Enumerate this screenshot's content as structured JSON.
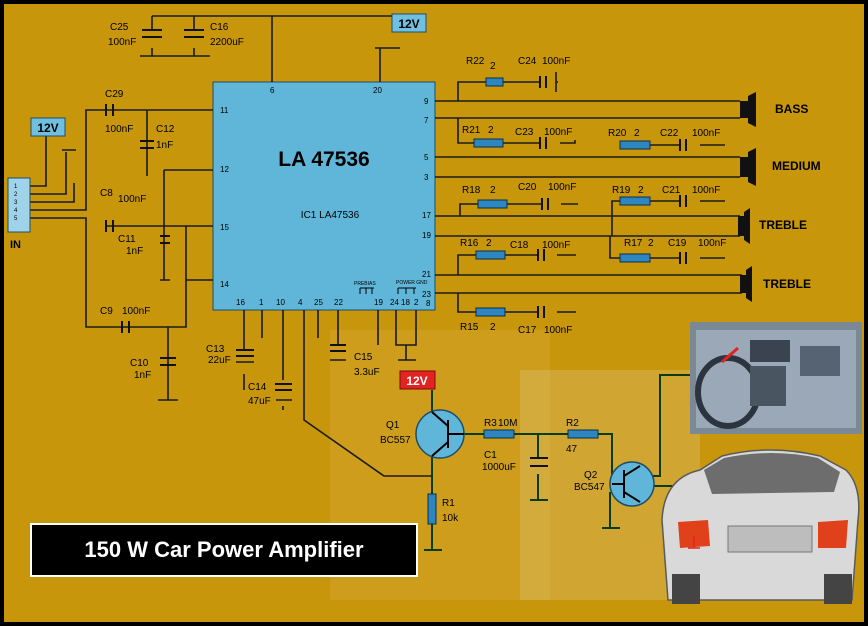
{
  "title": "150 W  Car Power Amplifier",
  "ic": {
    "name": "LA 47536",
    "label": "IC1   LA47536",
    "pins_left": [
      "11",
      "12",
      "15",
      "14"
    ],
    "pins_top": [
      "6",
      "20"
    ],
    "pins_right": [
      "9",
      "7",
      "5",
      "3",
      "17",
      "19",
      "21",
      "23",
      "8"
    ],
    "pins_bottom": [
      "16",
      "1",
      "10",
      "4",
      "25",
      "22",
      "19",
      "24",
      "18",
      "2"
    ],
    "prebias_label": "PREBIAS",
    "power_label": "POWER GND"
  },
  "supply": {
    "top": "12V",
    "left": "12V",
    "mid": "12V"
  },
  "input": {
    "label": "IN",
    "pins": [
      "1",
      "2",
      "3",
      "4",
      "5"
    ]
  },
  "speakers": {
    "bass": "BASS",
    "medium": "MEDIUM",
    "treble1": "TREBLE",
    "treble2": "TREBLE"
  },
  "components": {
    "C25": {
      "name": "C25",
      "value": "100nF"
    },
    "C16": {
      "name": "C16",
      "value": "2200uF"
    },
    "C29": {
      "name": "C29",
      "value": "100nF"
    },
    "C12": {
      "name": "C12",
      "value": "1nF"
    },
    "C8": {
      "name": "C8",
      "value": "100nF"
    },
    "C11": {
      "name": "C11",
      "value": "1nF"
    },
    "C9": {
      "name": "C9",
      "value": "100nF"
    },
    "C10": {
      "name": "C10",
      "value": "1nF"
    },
    "C13": {
      "name": "C13",
      "value": "22uF"
    },
    "C14": {
      "name": "C14",
      "value": "47uF"
    },
    "C15": {
      "name": "C15",
      "value": "3.3uF"
    },
    "R22": {
      "name": "R22",
      "value": "2"
    },
    "C24": {
      "name": "C24",
      "value": "100nF"
    },
    "R21": {
      "name": "R21",
      "value": "2"
    },
    "C23": {
      "name": "C23",
      "value": "100nF"
    },
    "R20": {
      "name": "R20",
      "value": "2"
    },
    "C22": {
      "name": "C22",
      "value": "100nF"
    },
    "R18": {
      "name": "R18",
      "value": "2"
    },
    "C20": {
      "name": "C20",
      "value": "100nF"
    },
    "R19": {
      "name": "R19",
      "value": "2"
    },
    "C21": {
      "name": "C21",
      "value": "100nF"
    },
    "R16": {
      "name": "R16",
      "value": "2"
    },
    "C18": {
      "name": "C18",
      "value": "100nF"
    },
    "R17": {
      "name": "R17",
      "value": "2"
    },
    "C19": {
      "name": "C19",
      "value": "100nF"
    },
    "R15": {
      "name": "R15",
      "value": "2"
    },
    "C17": {
      "name": "C17",
      "value": "100nF"
    },
    "Q1": {
      "name": "Q1",
      "value": "BC557"
    },
    "Q2": {
      "name": "Q2",
      "value": "BC547"
    },
    "R3": {
      "name": "R3",
      "value": "10M"
    },
    "C1": {
      "name": "C1",
      "value": "1000uF"
    },
    "R2": {
      "name": "R2",
      "value": "47"
    },
    "R1": {
      "name": "R1",
      "value": "10k"
    }
  },
  "colors": {
    "background": "#c8960a",
    "ic": "#5fb6d9",
    "resistor": "#2e86c1",
    "supply_tag": "#6fc0e0",
    "supply_tag_red": "#e32222"
  }
}
